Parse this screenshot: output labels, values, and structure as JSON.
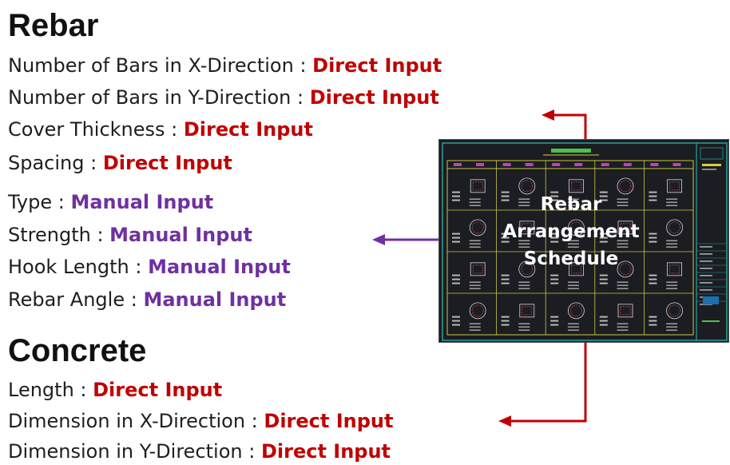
{
  "rebar": {
    "heading": "Rebar",
    "items": [
      {
        "label": "Number of Bars in X-Direction : ",
        "value": "Direct Input",
        "kind": "direct"
      },
      {
        "label": "Number of Bars in Y-Direction : ",
        "value": "Direct Input",
        "kind": "direct"
      },
      {
        "label": "Cover Thickness : ",
        "value": "Direct Input",
        "kind": "direct"
      },
      {
        "label": "Spacing : ",
        "value": "Direct Input",
        "kind": "direct"
      },
      {
        "label": "Type : ",
        "value": "Manual Input",
        "kind": "manual"
      },
      {
        "label": "Strength : ",
        "value": "Manual Input",
        "kind": "manual"
      },
      {
        "label": "Hook Length : ",
        "value": "Manual Input",
        "kind": "manual"
      },
      {
        "label": "Rebar Angle : ",
        "value": "Manual Input",
        "kind": "manual"
      }
    ]
  },
  "concrete": {
    "heading": "Concrete",
    "items": [
      {
        "label": "Length : ",
        "value": "Direct Input",
        "kind": "direct"
      },
      {
        "label": "Dimension in X-Direction : ",
        "value": "Direct Input",
        "kind": "direct"
      },
      {
        "label": "Dimension in Y-Direction : ",
        "value": "Direct Input",
        "kind": "direct"
      }
    ]
  },
  "schedule": {
    "line1": "Rebar",
    "line2": "Arrangement",
    "line3": "Schedule"
  },
  "colors": {
    "direct": "#c00000",
    "manual": "#7030a0"
  }
}
